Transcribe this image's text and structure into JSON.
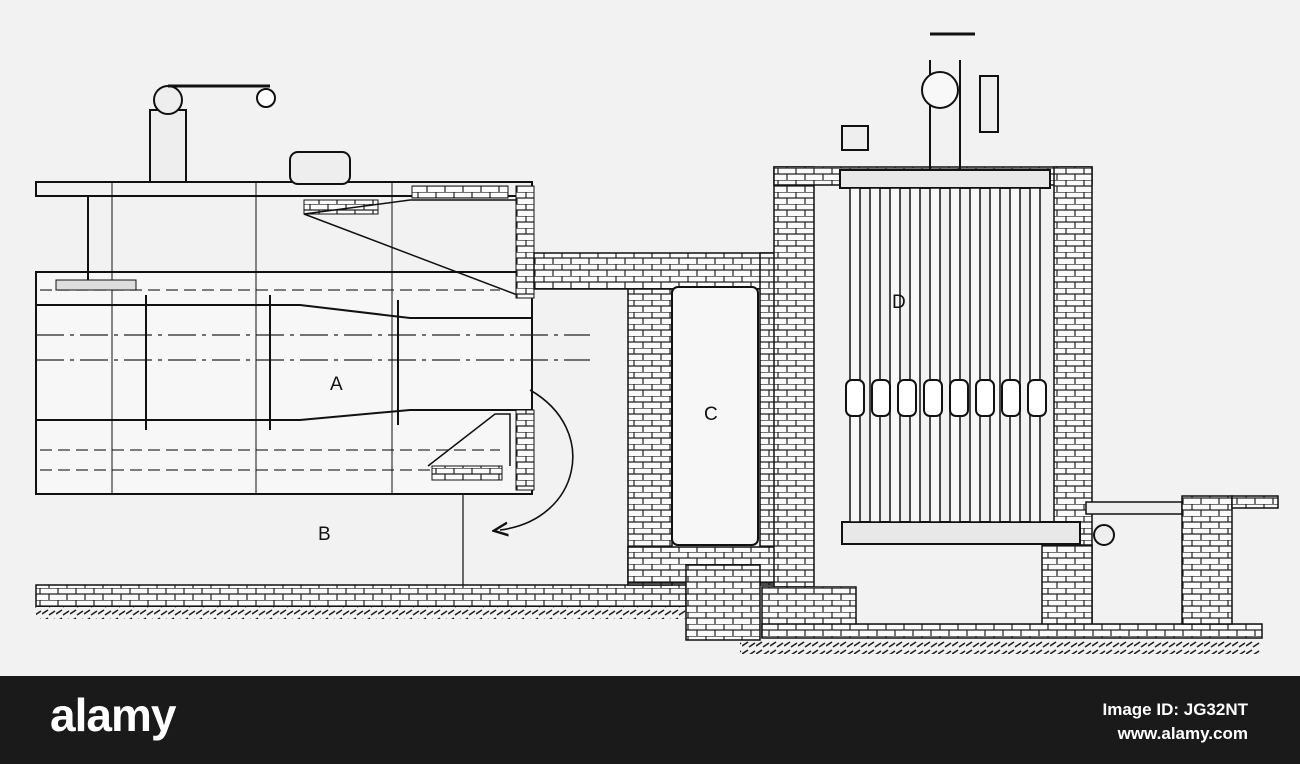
{
  "diagram": {
    "labels": {
      "a": "A",
      "b": "B",
      "c": "C",
      "d": "D"
    },
    "line_color": "#1a1a1a",
    "paper_color": "#f2f2f2"
  },
  "watermark": {
    "brand": "alamy",
    "image_id": "Image ID: JG32NT",
    "url": "www.alamy.com",
    "bar_color": "#1a1a1a"
  }
}
